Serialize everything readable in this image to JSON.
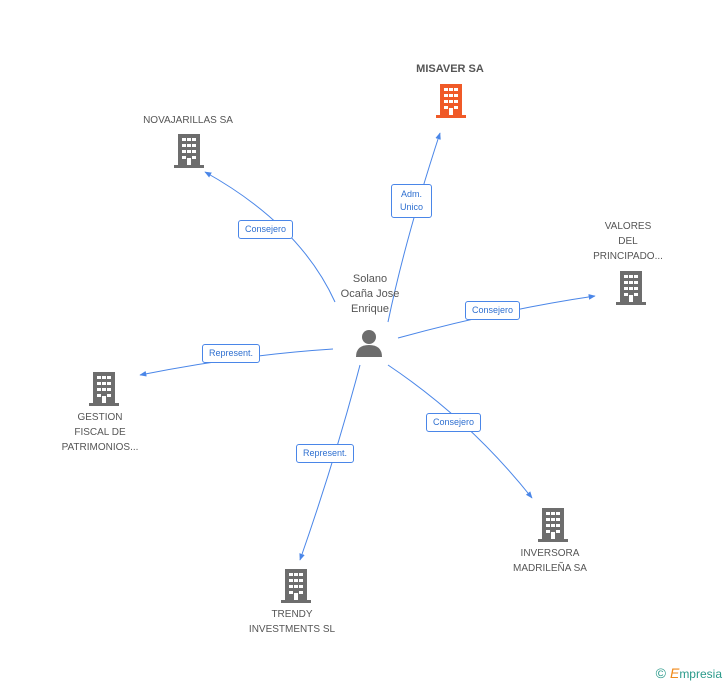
{
  "center": {
    "name_lines": [
      "Solano",
      "Ocaña Jose",
      "Enrique"
    ]
  },
  "companies": {
    "misaver": {
      "name_lines": [
        "MISAVER SA"
      ]
    },
    "novajarillas": {
      "name_lines": [
        "NOVAJARILLAS SA"
      ]
    },
    "valores": {
      "name_lines": [
        "VALORES",
        "DEL",
        "PRINCIPADO..."
      ]
    },
    "gestion": {
      "name_lines": [
        "GESTION",
        "FISCAL DE",
        "PATRIMONIOS..."
      ]
    },
    "inversora": {
      "name_lines": [
        "INVERSORA",
        "MADRILEÑA SA"
      ]
    },
    "trendy": {
      "name_lines": [
        "TRENDY",
        "INVESTMENTS SL"
      ]
    }
  },
  "edges": {
    "adm": {
      "lines": [
        "Adm.",
        "Unico"
      ]
    },
    "consejero_nova": {
      "lines": [
        "Consejero"
      ]
    },
    "consejero_valores": {
      "lines": [
        "Consejero"
      ]
    },
    "represent_gestion": {
      "lines": [
        "Represent."
      ]
    },
    "consejero_inversora": {
      "lines": [
        "Consejero"
      ]
    },
    "represent_trendy": {
      "lines": [
        "Represent."
      ]
    }
  },
  "colors": {
    "edge": "#4a86e8",
    "building": "#6d6d6d",
    "highlight_building": "#f05a28",
    "person": "#6d6d6d"
  },
  "footer": {
    "copyright": "©",
    "brand_initial": "E",
    "brand_rest": "mpresia"
  }
}
